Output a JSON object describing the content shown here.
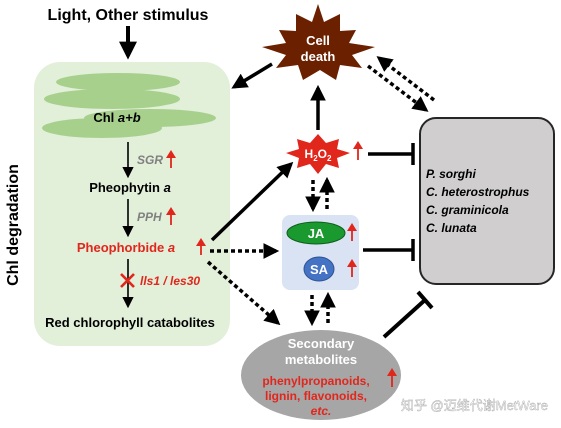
{
  "stimulus": {
    "label": "Light, Other stimulus"
  },
  "side_label": "Chl degradation",
  "chl_pathway": {
    "chl_prefix": "Chl ",
    "chl_italic": "a+b",
    "step1_enzyme": "SGR",
    "pheophytin_prefix": "Pheophytin ",
    "pheophytin_italic": "a",
    "step2_enzyme": "PPH",
    "pheophorbide_prefix": "Pheophorbide ",
    "pheophorbide_italic": "a",
    "mutants": "lls1 / les30",
    "end_product": "Red chlorophyll catabolites"
  },
  "cell_death": {
    "line1": "Cell",
    "line2": "death"
  },
  "h2o2": {
    "h": "H",
    "sub1": "2",
    "o": "O",
    "sub2": "2"
  },
  "hormones": {
    "ja": "JA",
    "sa": "SA"
  },
  "secondary": {
    "line1": "Secondary",
    "line2": "metabolites",
    "detail1": "phenylpropanoids,",
    "detail2": "lignin,  flavonoids,",
    "detail3": "etc."
  },
  "pathogens": [
    "P. sorghi",
    "C. heterostrophus",
    "C. graminicola",
    "C. lunata"
  ],
  "watermark": "知乎 @迈维代谢MetWare",
  "colors": {
    "green_panel": "#e2efd9",
    "green_disc": "#a8d08d",
    "cell_death_fill": "#6b2100",
    "h2o2_fill": "#e1261c",
    "hormone_panel": "#dae3f3",
    "ja_fill": "#1a9a2e",
    "sa_fill": "#4472c4",
    "secondary_fill": "#a6a6a6",
    "pathogen_fill": "#d0cece",
    "red_text": "#e1261c",
    "gray_text": "#808080"
  }
}
